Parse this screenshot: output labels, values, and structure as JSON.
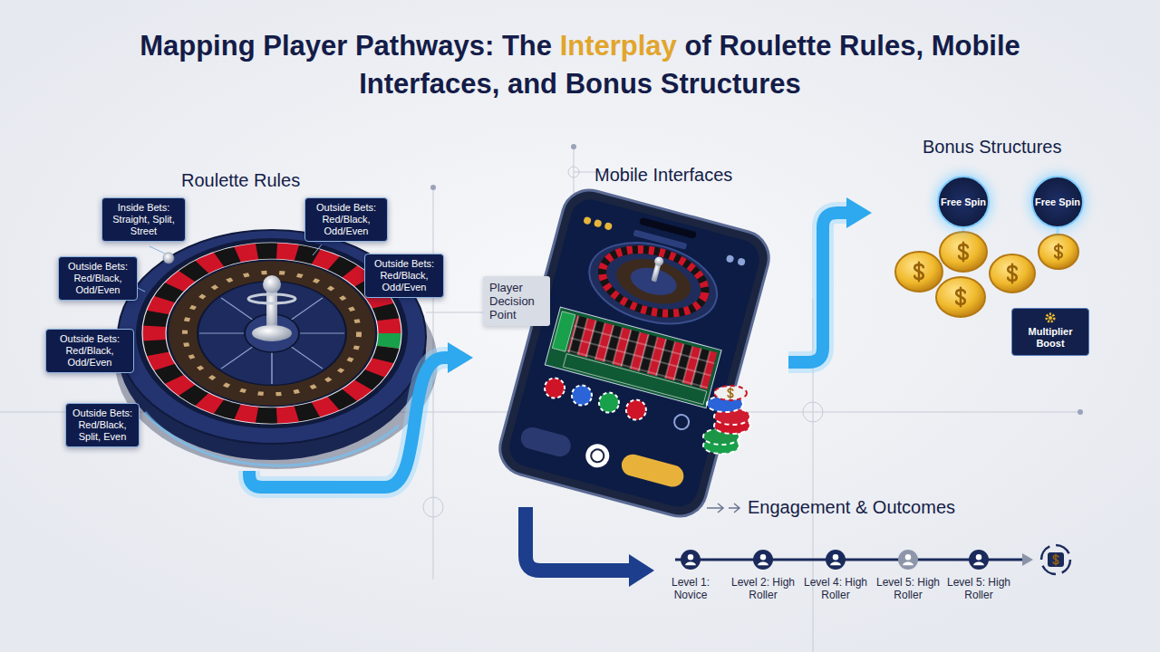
{
  "diagram": {
    "title": "Mapping Player Pathways: The Interplay of Roulette Rules, Mobile Interfaces, and Bonus Structures",
    "nodes": [
      {
        "text": [
          "Roulette Rules"
        ]
      },
      {
        "text": [
          "Inside Bets: Straight, Split, Street"
        ],
        "in": 0
      },
      {
        "text": [
          "Outside Bets: Red/Black, Odd/Even"
        ],
        "in": 0
      },
      {
        "text": [
          "Outside Bets: Red/Black, Odd/Even"
        ],
        "in": 0
      },
      {
        "text": [
          "Outside Bets: Red/Black, Odd/Even"
        ],
        "in": 0
      },
      {
        "text": [
          "Outside Bets: Red/Black, Odd/Even"
        ],
        "in": 0
      },
      {
        "text": [
          "Outside Bets: Red/Black, Split, Even"
        ],
        "in": 0
      },
      {
        "text": [
          "Mobile Interfaces"
        ]
      },
      {
        "text": [
          "Player Decision Point"
        ],
        "in": 7
      },
      {
        "text": [
          "Bonus Structures"
        ]
      },
      {
        "text": [
          "Free Spin"
        ],
        "in": 9
      },
      {
        "text": [
          "Free Spin"
        ],
        "in": 9
      },
      {
        "text": [
          "Multiplier Boost"
        ],
        "in": 9
      },
      {
        "text": [
          "Engagement & Outcomes"
        ]
      },
      {
        "text": [
          "Level 1: Novice"
        ],
        "in": 13
      },
      {
        "text": [
          "Level 2: High Roller"
        ],
        "in": 13
      },
      {
        "text": [
          "Level 4: High Roller"
        ],
        "in": 13
      },
      {
        "text": [
          "Level 5: High Roller"
        ],
        "in": 13
      },
      {
        "text": [
          "Level 5: High Roller"
        ],
        "in": 13
      }
    ],
    "edges": [
      {
        "from": 0,
        "to": 7,
        "arrow": "to"
      },
      {
        "from": 7,
        "to": 9,
        "arrow": "to"
      },
      {
        "from": 7,
        "to": 13,
        "arrow": "to"
      }
    ]
  }
}
